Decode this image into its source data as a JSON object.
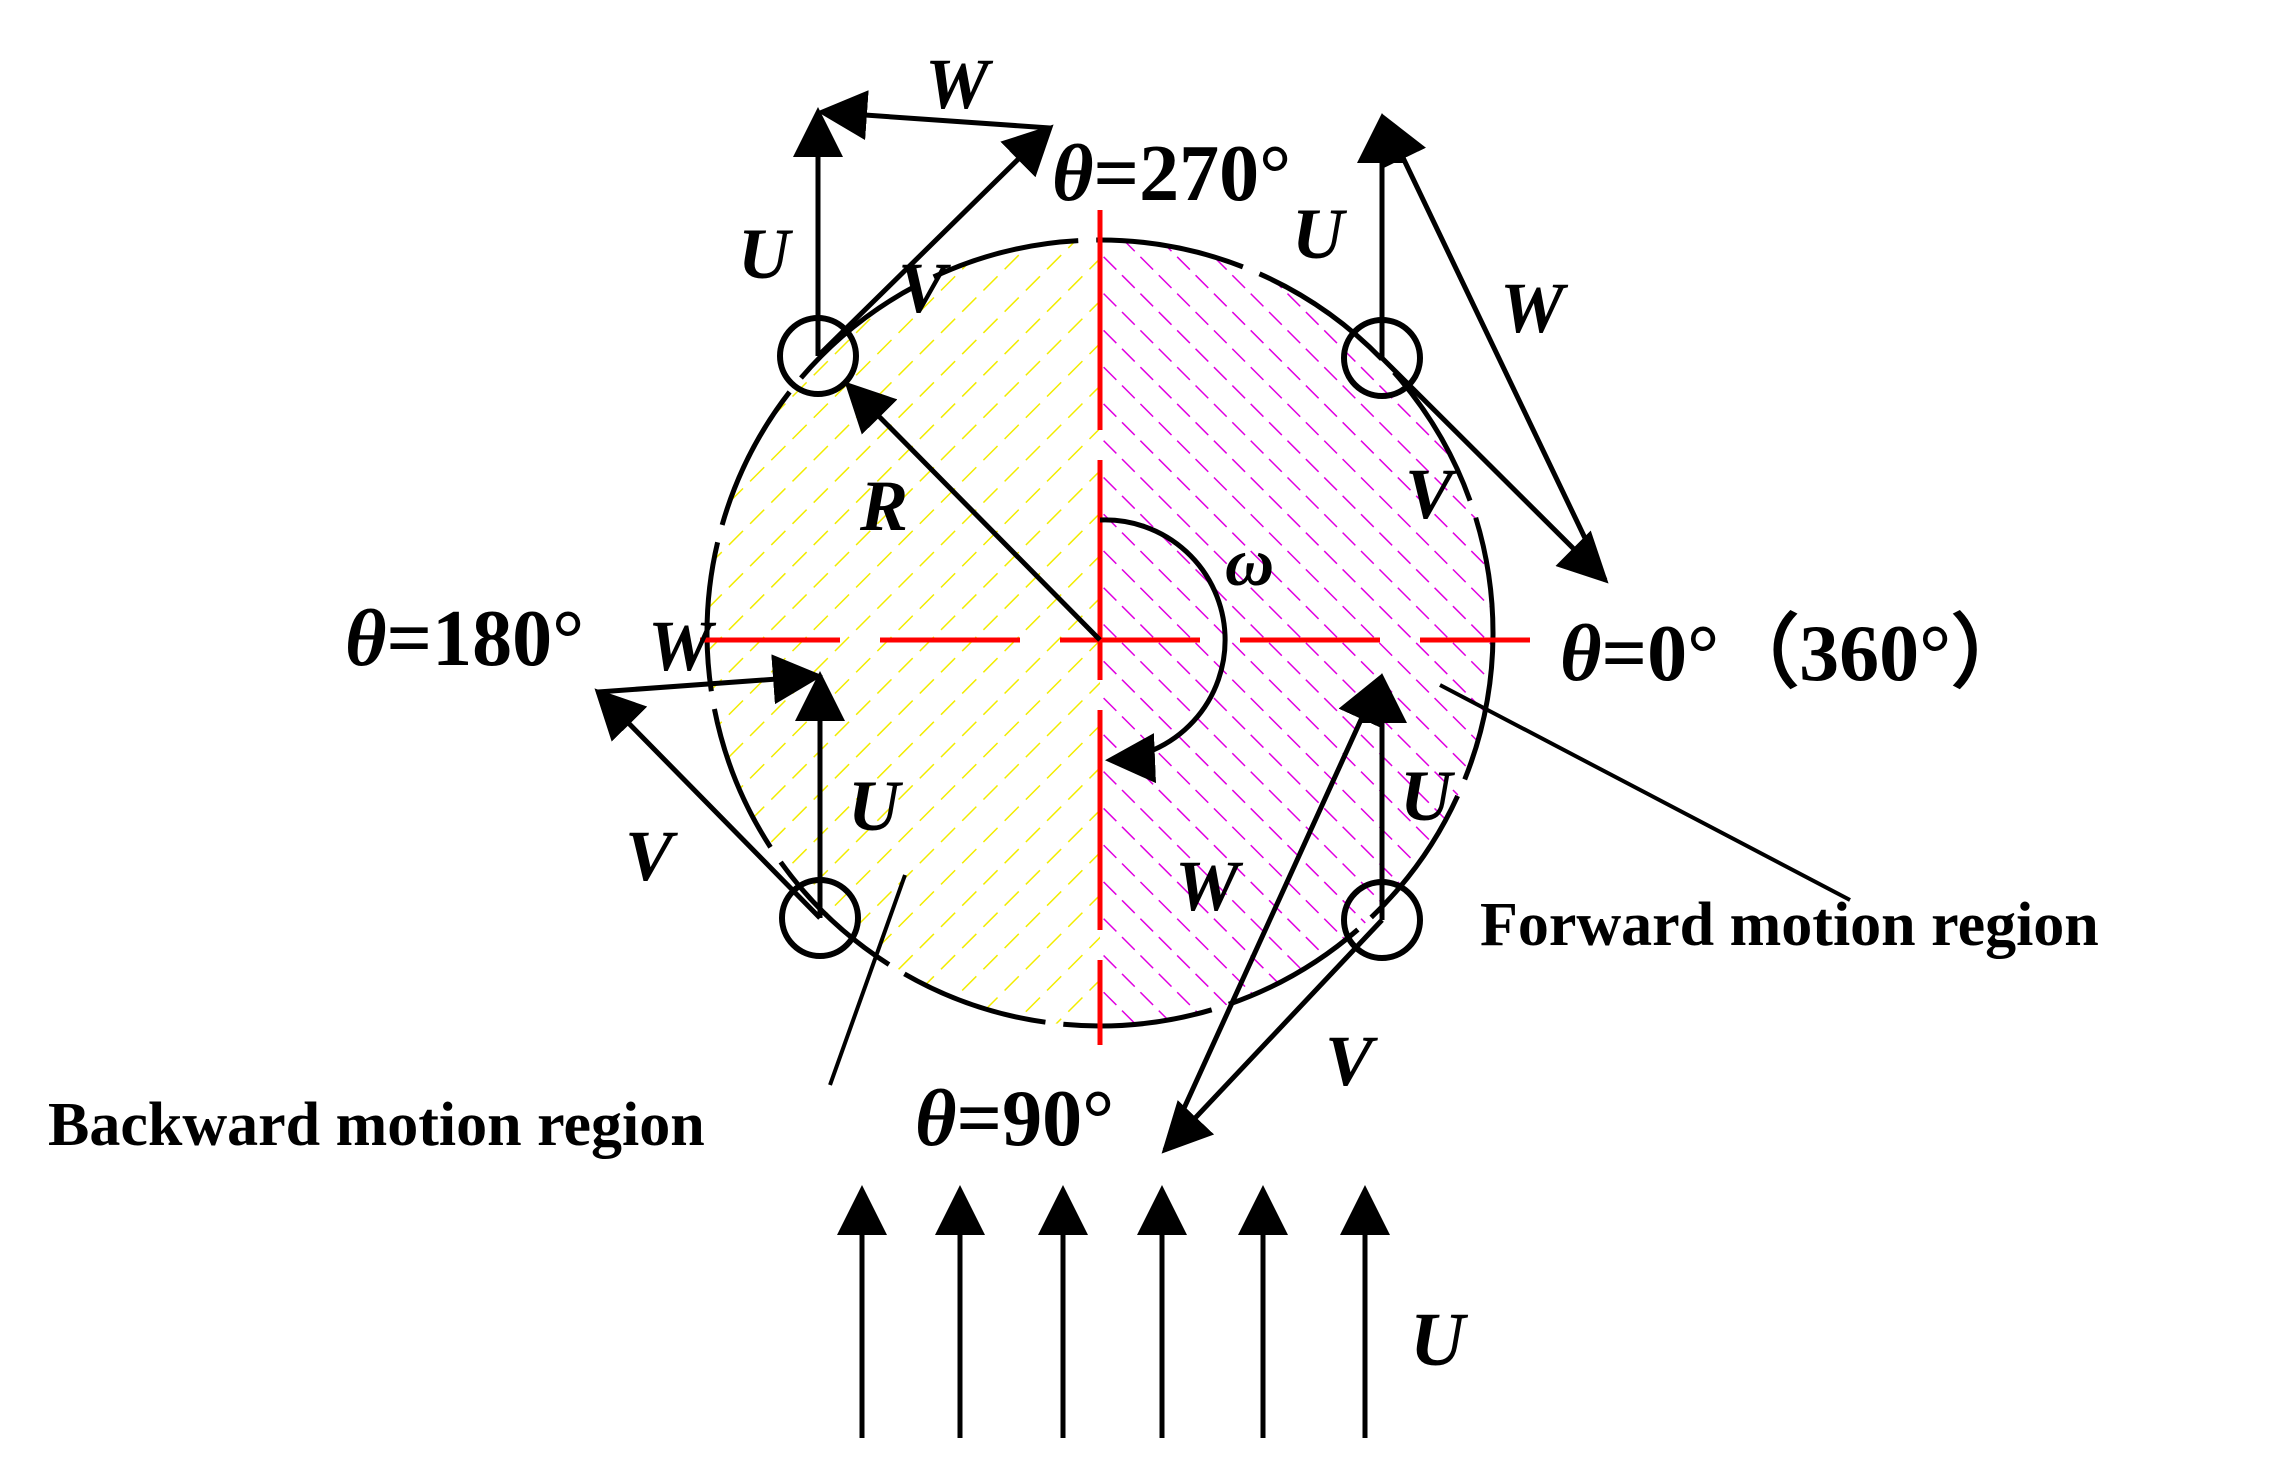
{
  "labels": {
    "theta_sym": "θ",
    "angle_270": "=270°",
    "angle_180": "=180°",
    "angle_0": "=0°（360°）",
    "angle_90": "=90°",
    "omega": "ω",
    "radius": "R",
    "u": "U",
    "v": "V",
    "w": "W"
  },
  "regions": {
    "forward": "Forward motion region",
    "backward": "Backward motion region"
  },
  "colors": {
    "backward_hatch": "#f2ec00",
    "forward_hatch": "#e000e0",
    "axis": "#ff0000",
    "ink": "#000000"
  }
}
